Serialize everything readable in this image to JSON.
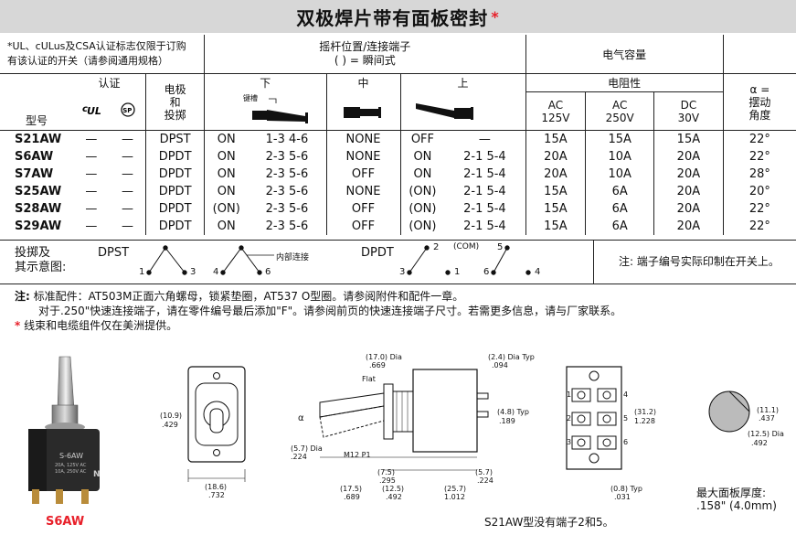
{
  "title": "双极焊片带有面板密封",
  "title_mark": "*",
  "header": {
    "note_line1": "*UL、cULus及CSA认证标志仅限于订购",
    "note_line2": "有该认证的开关（请参阅通用规格）",
    "rocker": "摇杆位置/连接端子",
    "rocker_sub": "( ) = 瞬间式",
    "elec_capacity": "电气容量",
    "cert": "认证",
    "pole_line1": "电极",
    "pole_line2": "和",
    "pole_line3": "投掷",
    "pos_down": "下",
    "pos_mid": "中",
    "pos_up": "上",
    "keyway": "键槽",
    "resistive": "电阻性",
    "model": "型号",
    "alpha_line1": "α =",
    "alpha_line2": "摆动",
    "alpha_line3": "角度",
    "ac125_a": "AC",
    "ac125_b": "125V",
    "ac250_a": "AC",
    "ac250_b": "250V",
    "dc30_a": "DC",
    "dc30_b": "30V"
  },
  "rows": [
    {
      "model": "S21AW",
      "ul": "—",
      "csa": "—",
      "pole": "DPST",
      "d1": "ON",
      "d2": "1-3  4-6",
      "m1": "NONE",
      "u1": "OFF",
      "u2": "—",
      "ac125": "15A",
      "ac250": "15A",
      "dc30": "15A",
      "angle": "22°"
    },
    {
      "model": "S6AW",
      "ul": "—",
      "csa": "—",
      "pole": "DPDT",
      "d1": "ON",
      "d2": "2-3  5-6",
      "m1": "NONE",
      "u1": "ON",
      "u2": "2-1  5-4",
      "ac125": "20A",
      "ac250": "10A",
      "dc30": "20A",
      "angle": "22°"
    },
    {
      "model": "S7AW",
      "ul": "—",
      "csa": "—",
      "pole": "DPDT",
      "d1": "ON",
      "d2": "2-3  5-6",
      "m1": "OFF",
      "u1": "ON",
      "u2": "2-1  5-4",
      "ac125": "20A",
      "ac250": "10A",
      "dc30": "20A",
      "angle": "28°"
    },
    {
      "model": "S25AW",
      "ul": "—",
      "csa": "—",
      "pole": "DPDT",
      "d1": "ON",
      "d2": "2-3  5-6",
      "m1": "NONE",
      "u1": "(ON)",
      "u2": "2-1  5-4",
      "ac125": "15A",
      "ac250": "6A",
      "dc30": "20A",
      "angle": "20°"
    },
    {
      "model": "S28AW",
      "ul": "—",
      "csa": "—",
      "pole": "DPDT",
      "d1": "(ON)",
      "d2": "2-3  5-6",
      "m1": "OFF",
      "u1": "(ON)",
      "u2": "2-1  5-4",
      "ac125": "15A",
      "ac250": "6A",
      "dc30": "20A",
      "angle": "22°"
    },
    {
      "model": "S29AW",
      "ul": "—",
      "csa": "—",
      "pole": "DPDT",
      "d1": "ON",
      "d2": "2-3  5-6",
      "m1": "OFF",
      "u1": "(ON)",
      "u2": "2-1  5-4",
      "ac125": "15A",
      "ac250": "6A",
      "dc30": "20A",
      "angle": "22°"
    }
  ],
  "diagram": {
    "label1": "投掷及",
    "label2": "其示意图:",
    "dpst": "DPST",
    "dpdt": "DPDT",
    "internal": "内部连接",
    "com": "(COM)",
    "t1": "1",
    "t2": "2",
    "t3": "3",
    "t4": "4",
    "t5": "5",
    "t6": "6",
    "note": "注: 端子编号实际印制在开关上。"
  },
  "notes": {
    "n1_label": "注:",
    "n1": "标准配件：AT503M正面六角螺母，锁紧垫圈，AT537 O型圈。请参阅附件和配件一章。",
    "n2": "对于.250\"快速连接端子，请在零件编号最后添加\"F\"。请参阅前页的快速连接端子尺寸。若需更多信息，请与厂家联系。",
    "n3_mark": "*",
    "n3": "线束和电缆组件仅在美洲提供。"
  },
  "drawing": {
    "d_109": "(10.9)",
    "d_429": ".429",
    "d_186": "(18.6)",
    "d_732": ".732",
    "d_170": "(17.0) Dia",
    "d_669": ".669",
    "d_flat": "Flat",
    "d_57": "(5.7) Dia",
    "d_224": ".224",
    "d_m12": "M12 P1",
    "d_175": "(17.5)",
    "d_689": ".689",
    "d_75": "(7.5)",
    "d_295": ".295",
    "d_125": "(12.5)",
    "d_492": ".492",
    "d_257": "(25.7)",
    "d_1012": "1.012",
    "d_57b": "(5.7)",
    "d_224b": ".224",
    "d_24": "(2.4) Dia Typ",
    "d_094": ".094",
    "d_48": "(4.8) Typ",
    "d_189": ".189",
    "d_08": "(0.8) Typ",
    "d_031": ".031",
    "d_312": "(31.2)",
    "d_1228": "1.228",
    "d_111": "(11.1)",
    "d_437": ".437",
    "d_125d": "(12.5) Dia",
    "d_492d": ".492",
    "alpha": "α",
    "panel1": "最大面板厚度:",
    "panel2": ".158\" (4.0mm)",
    "caption": "S21AW型没有端子2和5。",
    "photo_label": "S6AW",
    "switch_text1": "S-6AW",
    "switch_text2": "20A, 125V AC",
    "switch_text3": "10A, 250V AC",
    "switch_n": "N"
  },
  "colors": {
    "accent_red": "#e8202a",
    "title_bg": "#d7d7d7"
  }
}
